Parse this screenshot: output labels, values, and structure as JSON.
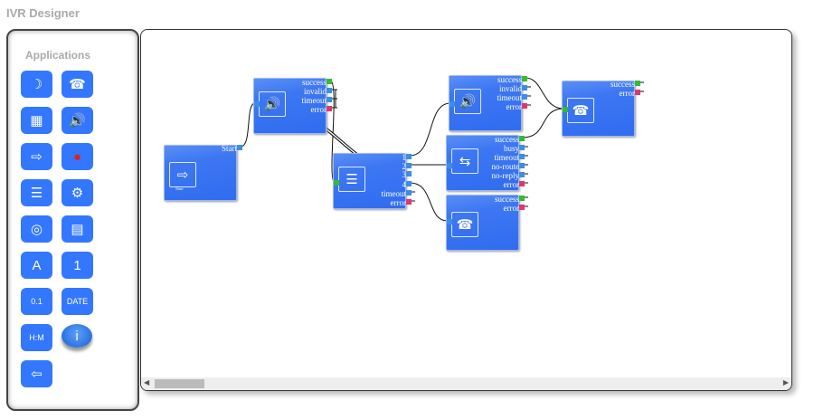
{
  "title": "IVR Designer",
  "palette": {
    "heading": "Applications",
    "tools": [
      {
        "icon": "answer-icon",
        "glyph": "☽"
      },
      {
        "icon": "hangup-icon",
        "glyph": "☎"
      },
      {
        "icon": "calculator-icon",
        "glyph": "▦"
      },
      {
        "icon": "play-sound-icon",
        "glyph": "🔊"
      },
      {
        "icon": "transfer-icon",
        "glyph": "⇨"
      },
      {
        "icon": "record-icon",
        "glyph": "●"
      },
      {
        "icon": "menu-icon",
        "glyph": "☰"
      },
      {
        "icon": "search-icon",
        "glyph": "⚙"
      },
      {
        "icon": "web-icon",
        "glyph": "◎"
      },
      {
        "icon": "read-table-icon",
        "glyph": "▤"
      },
      {
        "icon": "say-alpha-icon",
        "glyph": "A"
      },
      {
        "icon": "say-number-icon",
        "glyph": "1"
      },
      {
        "icon": "say-digits-icon",
        "glyph": "0.1"
      },
      {
        "icon": "say-date-icon",
        "glyph": "DATE"
      },
      {
        "icon": "say-time-icon",
        "glyph": "H:M"
      },
      {
        "icon": "info-icon",
        "glyph": "i"
      },
      {
        "icon": "back-icon",
        "glyph": "⇦"
      }
    ]
  },
  "nodes": {
    "start": {
      "ports": [
        "Start"
      ],
      "caption": "Start"
    },
    "play1": {
      "ports": [
        "success",
        "invalid",
        "timeout",
        "error"
      ]
    },
    "menu": {
      "ports": [
        "1",
        "2",
        "3",
        "4",
        "timeout",
        "error"
      ]
    },
    "play2": {
      "ports": [
        "success",
        "invalid",
        "timeout",
        "error"
      ]
    },
    "transfer": {
      "ports": [
        "success",
        "busy",
        "timeout",
        "no-route",
        "no-reply",
        "error"
      ]
    },
    "hangup1": {
      "ports": [
        "success",
        "error"
      ]
    },
    "hangup2": {
      "ports": [
        "success",
        "error"
      ]
    }
  },
  "colors": {
    "node": "#3377ff",
    "success": "#33bb33",
    "error": "#e0366e",
    "port": "#3a8ee6"
  }
}
